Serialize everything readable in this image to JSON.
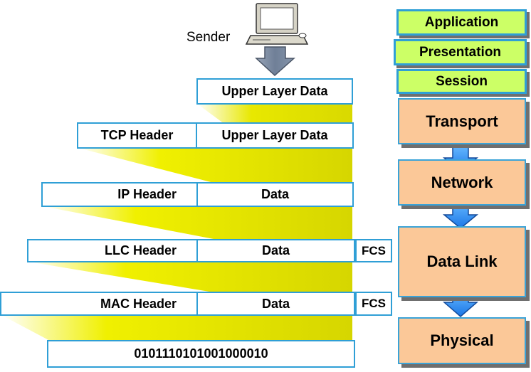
{
  "sender": {
    "label": "Sender"
  },
  "encapsulation": {
    "upper_data": "Upper Layer Data",
    "tcp": {
      "header": "TCP Header",
      "data": "Upper Layer Data"
    },
    "ip": {
      "header": "IP Header",
      "data": "Data"
    },
    "llc": {
      "header": "LLC Header",
      "data": "Data",
      "trailer": "FCS"
    },
    "mac": {
      "header": "MAC Header",
      "data": "Data",
      "trailer": "FCS"
    },
    "bits": "0101110101001000010"
  },
  "osi_layers": [
    {
      "label": "Application"
    },
    {
      "label": "Presentation"
    },
    {
      "label": "Session"
    },
    {
      "label": "Transport"
    },
    {
      "label": "Network"
    },
    {
      "label": "Data Link"
    },
    {
      "label": "Physical"
    }
  ],
  "colors": {
    "box_border": "#2f9fd6",
    "upper_layer_fill": "#ccff66",
    "lower_layer_fill": "#fbc898",
    "funnel_fill": "#e5e500",
    "arrow_fill": "#2f8ff0"
  }
}
